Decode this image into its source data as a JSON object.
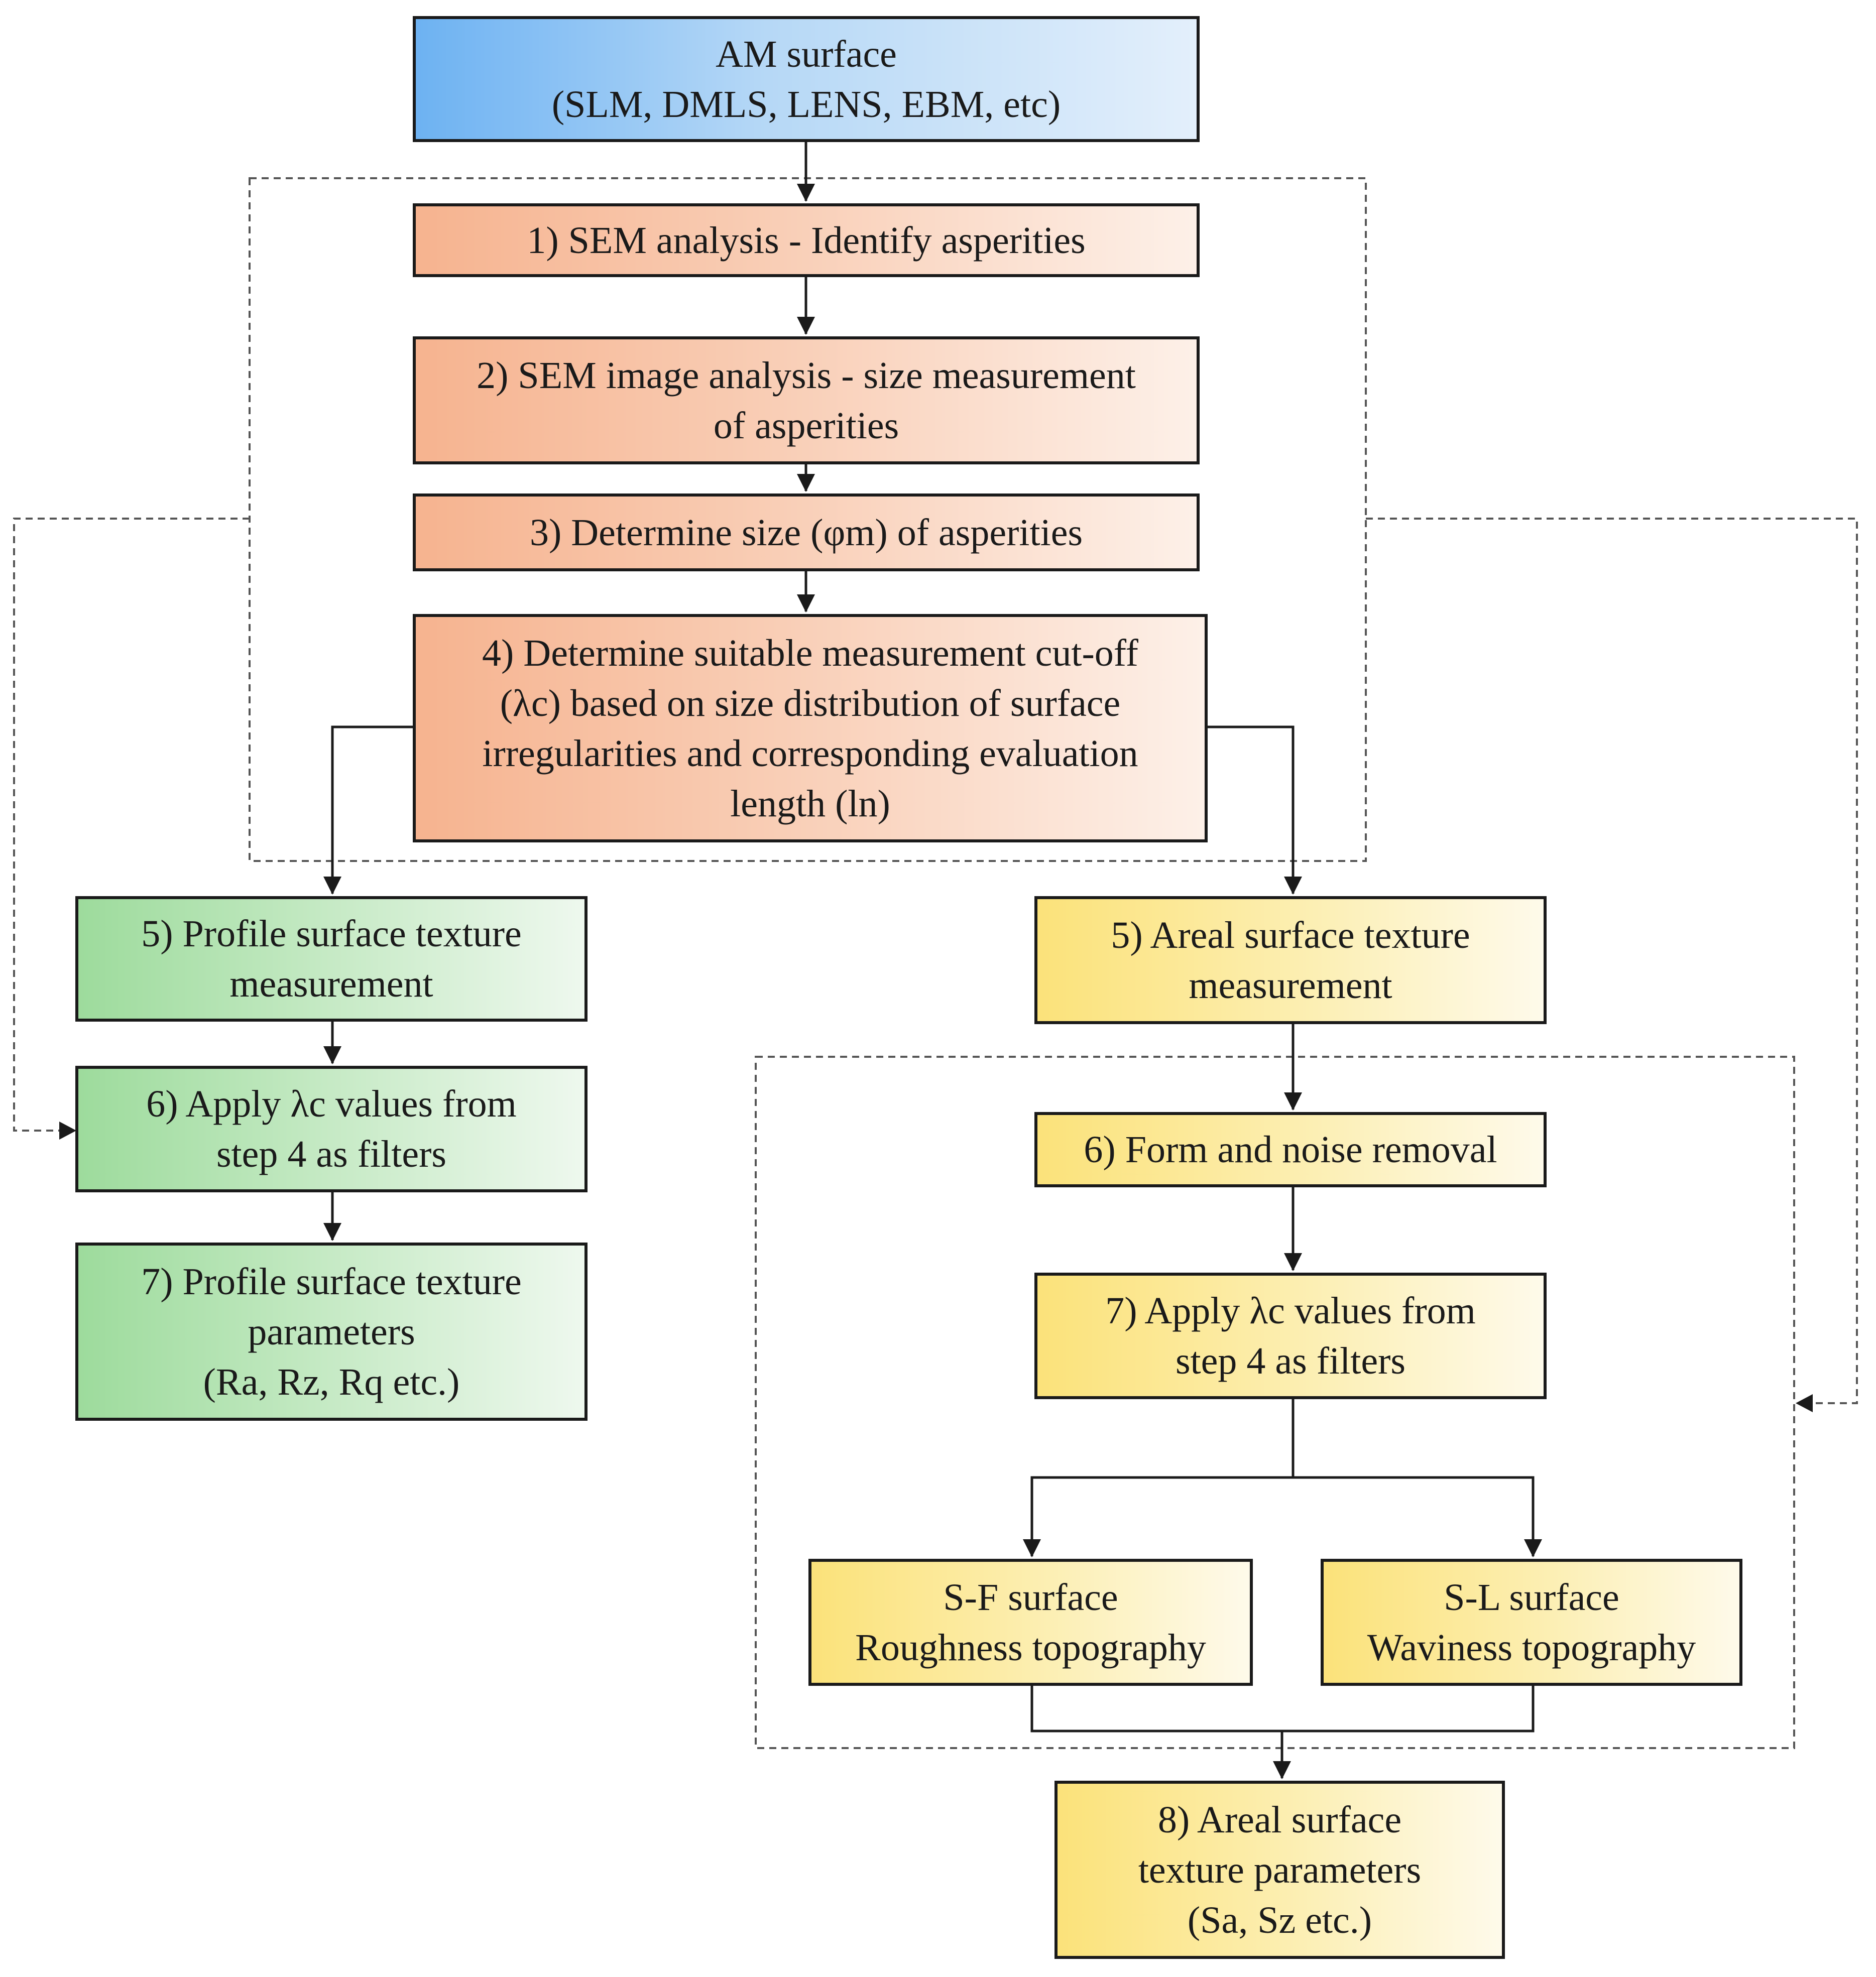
{
  "diagram": {
    "nodes": {
      "am_surface": {
        "text": "AM surface\n(SLM, DMLS, LENS, EBM, etc)"
      },
      "step1": {
        "text": "1) SEM analysis - Identify asperities"
      },
      "step2": {
        "text": "2) SEM image analysis - size measurement\nof asperities"
      },
      "step3": {
        "text": "3) Determine size (φm) of asperities"
      },
      "step4": {
        "text": "4) Determine suitable measurement cut-off\n(λc) based on size distribution of  surface\nirregularities  and corresponding evaluation\nlength (ln)"
      },
      "profile5": {
        "text": "5) Profile  surface texture\nmeasurement"
      },
      "profile6": {
        "text": "6) Apply λc values  from\nstep 4 as filters"
      },
      "profile7": {
        "text": "7) Profile  surface texture\nparameters\n(Ra, Rz, Rq etc.)"
      },
      "areal5": {
        "text": "5) Areal surface texture\nmeasurement"
      },
      "areal6": {
        "text": "6) Form and noise removal"
      },
      "areal7": {
        "text": "7) Apply λc values  from\nstep 4 as filters"
      },
      "sf_surface": {
        "text": "S-F surface\nRoughness topography"
      },
      "sl_surface": {
        "text": "S-L surface\nWaviness topography"
      },
      "areal8": {
        "text": "8) Areal surface\ntexture parameters\n(Sa, Sz etc.)"
      }
    },
    "colors": {
      "blue": "#6db2f2",
      "orange": "#f6b38f",
      "green": "#9ddb9c",
      "yellow": "#fbe27a",
      "line": "#1a1a1a",
      "dashed_line": "#555555"
    }
  }
}
